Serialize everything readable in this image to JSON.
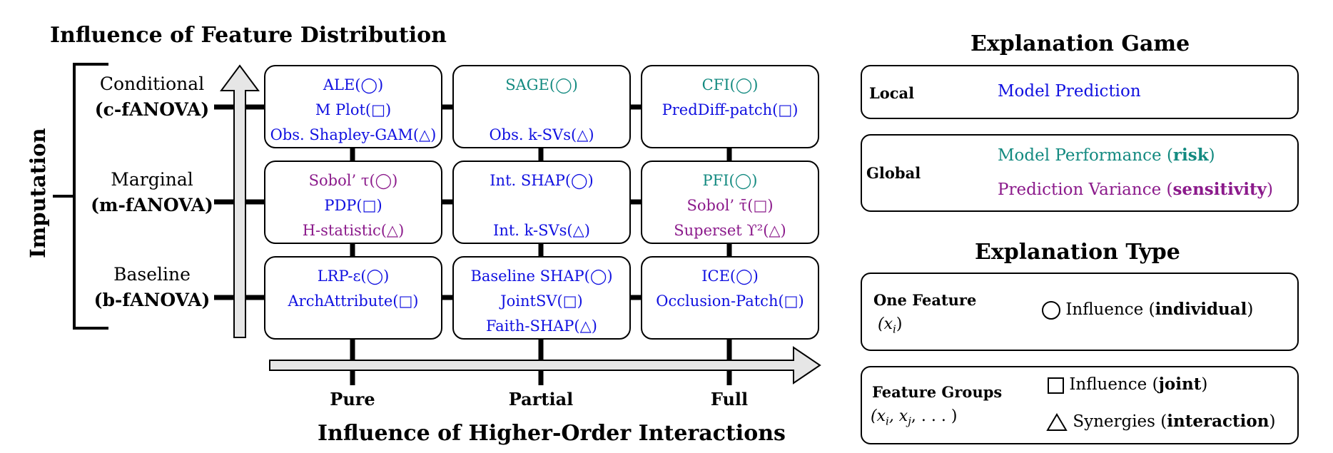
{
  "left_title": "Influence of  Feature Distribution",
  "bottom_title": "Influence of Higher-Order Interactions",
  "vertical_label": "Imputation",
  "rows": [
    {
      "name": "Conditional",
      "abbr": "(c-fANOVA)"
    },
    {
      "name": "Marginal",
      "abbr": "(m-fANOVA)"
    },
    {
      "name": "Baseline",
      "abbr": "(b-fANOVA)"
    }
  ],
  "columns": [
    "Pure",
    "Partial",
    "Full"
  ],
  "cells": [
    [
      {
        "lines": [
          {
            "text": "ALE(◯)",
            "color": "blue"
          },
          {
            "text": "M Plot(□)",
            "color": "blue"
          },
          {
            "text": "Obs. Shapley-GAM(△)",
            "color": "blue"
          }
        ]
      },
      {
        "lines": [
          {
            "text": "SAGE(◯)",
            "color": "teal"
          },
          {
            "text": "",
            "color": "blue"
          },
          {
            "text": "Obs. k-SVs(△)",
            "color": "blue"
          }
        ]
      },
      {
        "lines": [
          {
            "text": "CFI(◯)",
            "color": "teal"
          },
          {
            "text": "PredDiff-patch(□)",
            "color": "blue"
          },
          {
            "text": "",
            "color": "blue"
          }
        ]
      }
    ],
    [
      {
        "lines": [
          {
            "text": "Sobol’ τ(◯)",
            "color": "purple"
          },
          {
            "text": "PDP(□)",
            "color": "blue"
          },
          {
            "text": "H-statistic(△)",
            "color": "purple"
          }
        ]
      },
      {
        "lines": [
          {
            "text": "Int. SHAP(◯)",
            "color": "blue"
          },
          {
            "text": "",
            "color": "blue"
          },
          {
            "text": "Int. k-SVs(△)",
            "color": "blue"
          }
        ]
      },
      {
        "lines": [
          {
            "text": "PFI(◯)",
            "color": "teal"
          },
          {
            "text": "Sobol’ τ̄(□)",
            "color": "purple"
          },
          {
            "text": "Superset ϒ²(△)",
            "color": "purple"
          }
        ]
      }
    ],
    [
      {
        "lines": [
          {
            "text": "LRP-ε(◯)",
            "color": "blue"
          },
          {
            "text": "ArchAttribute(□)",
            "color": "blue"
          },
          {
            "text": "",
            "color": "blue"
          }
        ]
      },
      {
        "lines": [
          {
            "text": "Baseline SHAP(◯)",
            "color": "blue"
          },
          {
            "text": "JointSV(□)",
            "color": "blue"
          },
          {
            "text": "Faith-SHAP(△)",
            "color": "blue"
          }
        ]
      },
      {
        "lines": [
          {
            "text": "ICE(◯)",
            "color": "blue"
          },
          {
            "text": "Occlusion-Patch(□)",
            "color": "blue"
          },
          {
            "text": "",
            "color": "blue"
          }
        ]
      }
    ]
  ],
  "explanation_game": {
    "title": "Explanation Game",
    "local_label": "Local",
    "local_text": "Model Prediction",
    "global_label": "Global",
    "global_perf_prefix": "Model Performance (",
    "global_perf_bold": "risk",
    "global_perf_suffix": ")",
    "global_var_prefix": "Prediction Variance (",
    "global_var_bold": "sensitivity",
    "global_var_suffix": ")"
  },
  "explanation_type": {
    "title": "Explanation Type",
    "one_label": "One Feature",
    "one_math": "(x",
    "one_math_sub": "i",
    "one_math_end": ")",
    "one_text_prefix": "Influence (",
    "one_text_bold": "individual",
    "one_text_suffix": ")",
    "group_label": "Feature Groups",
    "group_math": "(x",
    "group_math_sub1": "i",
    "group_math_mid": ", x",
    "group_math_sub2": "j",
    "group_math_end": ", . . . )",
    "joint_prefix": "Influence (",
    "joint_bold": "joint",
    "joint_suffix": ")",
    "inter_prefix": "Synergies (",
    "inter_bold": "interaction",
    "inter_suffix": ")"
  },
  "colors": {
    "blue": "#1010e0",
    "teal": "#138a80",
    "purple": "#8b1a8b"
  }
}
